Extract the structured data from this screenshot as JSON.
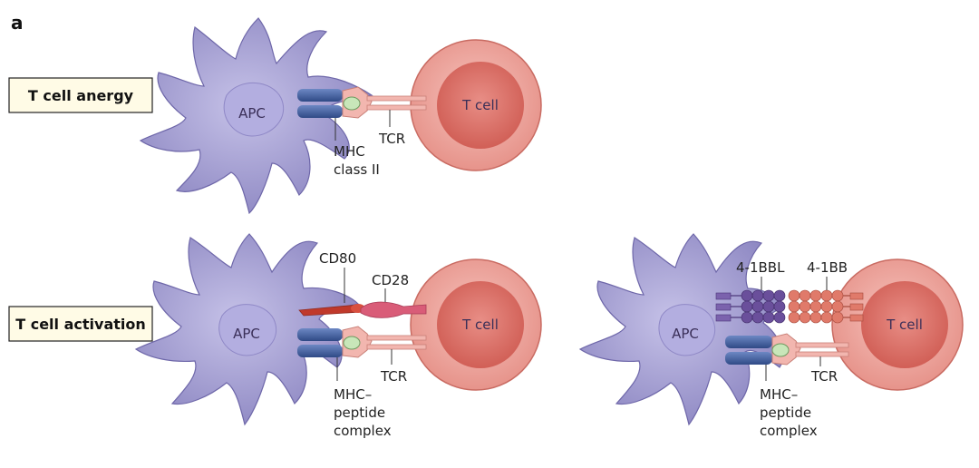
{
  "panel_letter": "a",
  "rows": [
    {
      "title": "T cell anergy",
      "apc_label": "APC",
      "tcell_label": "T cell",
      "mhc_label": [
        "MHC",
        "class II"
      ],
      "tcr_label": "TCR"
    },
    {
      "title": "T cell activation",
      "apc_label": "APC",
      "tcell_label": "T cell",
      "cd80_label": "CD80",
      "cd28_label": "CD28",
      "mhc_label": [
        "MHC–",
        "peptide",
        "complex"
      ],
      "tcr_label": "TCR"
    },
    {
      "apc_label": "APC",
      "tcell_label": "T cell",
      "ligand_label": "4-1BBL",
      "receptor_label": "4-1BB",
      "mhc_label": [
        "MHC–",
        "peptide",
        "complex"
      ],
      "tcr_label": "TCR"
    }
  ],
  "colors": {
    "apc": "#9b96cc",
    "apc_dark": "#7d76b8",
    "nucleus": "#b9b5de",
    "tcell": "#e9867f",
    "tcell_inner": "#d9685f",
    "mhc": "#3c5a9a",
    "tcr": "#f1b1aa",
    "peptide": "#c8e6b9",
    "cd80": "#c0392b",
    "cd28": "#d95c78",
    "ligand": "#6a4f9b",
    "receptor": "#e07a6a"
  }
}
